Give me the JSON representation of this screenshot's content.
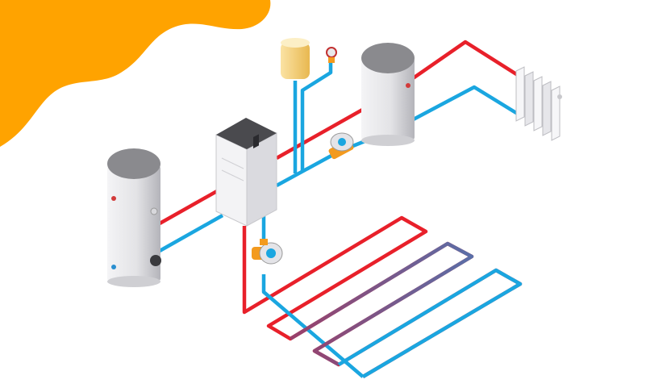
{
  "diagram": {
    "text_labels": [],
    "components": [
      {
        "id": "boiler",
        "kind": "electric-boiler"
      },
      {
        "id": "tank-left",
        "kind": "water-storage-tank"
      },
      {
        "id": "tank-right",
        "kind": "water-storage-tank"
      },
      {
        "id": "expansion-vessel",
        "kind": "expansion-tank"
      },
      {
        "id": "air-vent",
        "kind": "safety-valve-with-gauge"
      },
      {
        "id": "radiator",
        "kind": "panel-radiator"
      },
      {
        "id": "pump-main",
        "kind": "circulation-pump"
      },
      {
        "id": "pump-upper",
        "kind": "circulation-pump"
      },
      {
        "id": "floor-loop",
        "kind": "underfloor-heating-circuit"
      }
    ],
    "pipes": [
      {
        "id": "supply",
        "role": "hot-supply"
      },
      {
        "id": "return",
        "role": "cold-return"
      }
    ]
  },
  "colors": {
    "blob": "#FFA300",
    "hot_pipe": "#E8202A",
    "cold_pipe": "#1AA6E0",
    "mixed_pipe": "#9A3F6A",
    "mixed_pipe_2": "#5A6FA8",
    "tank_body": "#E9E9EB",
    "tank_shade": "#BDBDC2",
    "tank_top": "#8A8A8E",
    "boiler_top": "#4A4A4E",
    "pump_orange": "#F39A1E",
    "vessel": "#F8D47A"
  }
}
